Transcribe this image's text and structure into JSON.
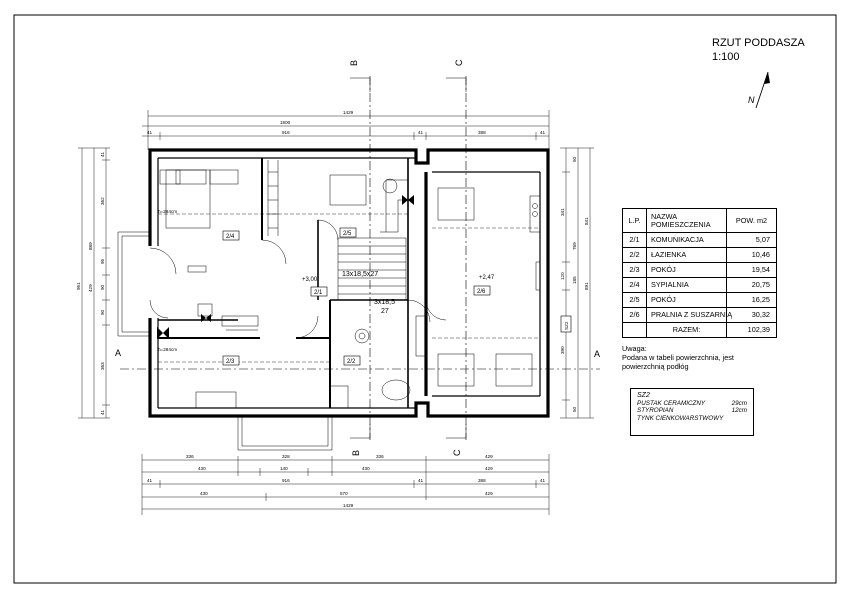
{
  "title": "RZUT PODDASZA",
  "scale": "1:100",
  "north_label": "N",
  "sections": {
    "a_left": "A",
    "a_right": "A",
    "b_top": "B",
    "b_bottom": "B",
    "c_top": "C",
    "c_bottom": "C"
  },
  "room_tags": [
    "2/1",
    "2/2",
    "2/3",
    "2/4",
    "2/5",
    "2/6"
  ],
  "plan_texts": {
    "stairs_main": "13x18,5x27",
    "stairs_small_a": "3x18,5",
    "stairs_small_b": "27",
    "level_1": "+3,00",
    "level_2": "+2,47",
    "h_note_1": "h=284cm",
    "h_note_2": "h=284cm",
    "wall_tag": "SZ2"
  },
  "dims_top": [
    "1429",
    "1500",
    "41",
    "916",
    "41",
    "388",
    "41"
  ],
  "dims_bottom_row1": [
    "336",
    "328",
    "336",
    "429"
  ],
  "dims_bottom_row2": [
    "430",
    "140",
    "430",
    "429"
  ],
  "dims_bottom_row3": [
    "41",
    "916",
    "41",
    "388",
    "41"
  ],
  "dims_bottom_row4": [
    "430",
    "570",
    "429"
  ],
  "dims_bottom_total": "1429",
  "dims_left": [
    "41",
    "362",
    "95",
    "90",
    "90",
    "429",
    "363",
    "41",
    "951",
    "889"
  ],
  "dims_right": [
    "50",
    "341",
    "120",
    "185",
    "390",
    "50",
    "891",
    "769",
    "841"
  ],
  "table": {
    "headers": [
      "L.P.",
      "NAZWA POMIESZCZENIA",
      "POW. m2"
    ],
    "rows": [
      [
        "2/1",
        "KOMUNIKACJA",
        "5,07"
      ],
      [
        "2/2",
        "ŁAZIENKA",
        "10,46"
      ],
      [
        "2/3",
        "POKÓJ",
        "19,54"
      ],
      [
        "2/4",
        "SYPIALNIA",
        "20,75"
      ],
      [
        "2/5",
        "POKÓJ",
        "16,25"
      ],
      [
        "2/6",
        "PRALNIA Z SUSZARNIĄ",
        "30,32"
      ]
    ],
    "total_label": "RAZEM:",
    "total_value": "102,39"
  },
  "note": {
    "title": "Uwaga:",
    "line1": "Podana w tabeli powierzchnia, jest",
    "line2": "powierzchnią podłóg"
  },
  "wall_legend": {
    "code": "SZ2",
    "rows": [
      [
        "PUSTAK CERAMICZNY",
        "29cm"
      ],
      [
        "STYROPIAN",
        "12cm"
      ],
      [
        "TYNK CIENKOWARSTWOWY",
        ""
      ]
    ]
  }
}
